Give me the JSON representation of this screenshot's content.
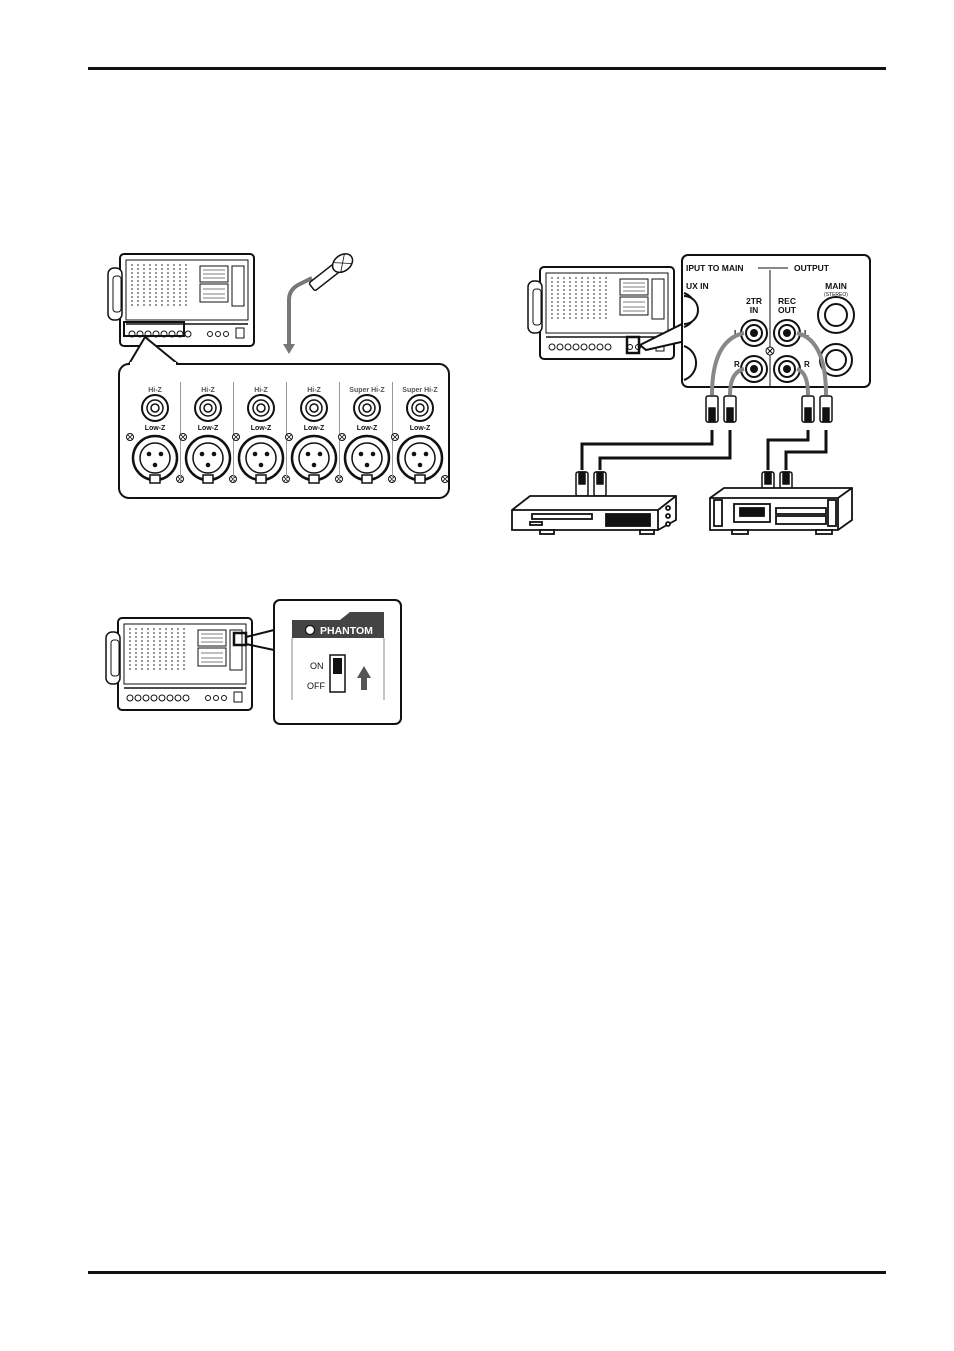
{
  "inputs_diagram": {
    "jacks": [
      {
        "top_label": "Hi-Z",
        "bottom_label": "Low-Z"
      },
      {
        "top_label": "Hi-Z",
        "bottom_label": "Low-Z"
      },
      {
        "top_label": "Hi-Z",
        "bottom_label": "Low-Z"
      },
      {
        "top_label": "Hi-Z",
        "bottom_label": "Low-Z"
      },
      {
        "top_label": "Super Hi-Z",
        "bottom_label": "Low-Z"
      },
      {
        "top_label": "Super Hi-Z",
        "bottom_label": "Low-Z"
      }
    ]
  },
  "io_diagram": {
    "input_to_main": "IPUT TO MAIN",
    "output": "OUTPUT",
    "aux_in": "UX  IN",
    "two_tr_in_line1": "2TR",
    "two_tr_in_line2": "IN",
    "rec_out_line1": "REC",
    "rec_out_line2": "OUT",
    "main_label": "MAIN",
    "main_sub": "(STEREO)",
    "left": "L",
    "right": "R"
  },
  "phantom_diagram": {
    "title": "PHANTOM",
    "on": "ON",
    "off": "OFF"
  }
}
